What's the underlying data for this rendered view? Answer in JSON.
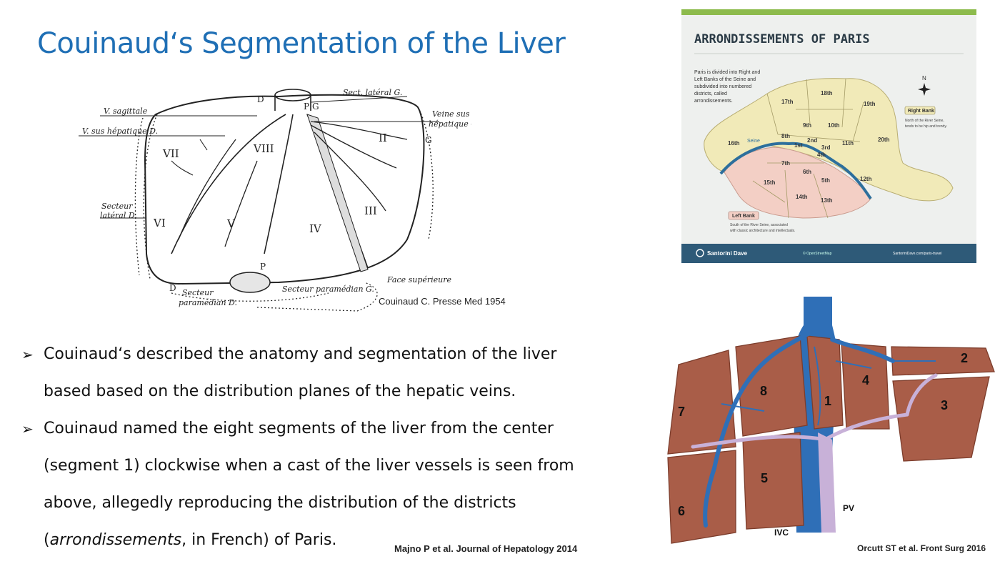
{
  "slide": {
    "title": "Couinaud‘s Segmentation of the Liver",
    "citations": {
      "couinaud": "Couinaud C. Presse Med 1954",
      "majno": "Majno P et al. Journal of Hepatology 2014",
      "orcutt": "Orcutt ST et al. Front Surg 2016"
    }
  },
  "bullets": [
    {
      "lines": [
        "Couinaud‘s described the anatomy and segmentation of the liver",
        "based based on the distribution planes of the hepatic veins."
      ]
    },
    {
      "lines": [
        "Couinaud named the eight segments of the liver from the center",
        "(segment 1) clockwise when a cast of the liver vessels is seen from",
        "above, allegedly reproducing the distribution of the districts"
      ],
      "last_italic": "arrondissements",
      "last_suffix": ", in French) of Paris."
    }
  ],
  "couinaud_diagram": {
    "labels": {
      "d_top": "D",
      "p": "P",
      "g_top": "G",
      "v_sagittale": "V. sagittale",
      "v_sus_hepatique_d": "V. sus  hépatique D.",
      "sect_lateral_g": "Sect. latéral G.",
      "veine_sus": "Veine sus",
      "hepatique_g": "hépatique G.",
      "g_right": "G",
      "vii": "VII",
      "viii": "VIII",
      "ii": "II",
      "secteur": "Secteur",
      "lateral_d": "latéral  D.",
      "vi": "VI",
      "v": "V",
      "iv": "IV",
      "iii": "III",
      "p_bottom": "P",
      "d_bottom": "D",
      "secteur_bottom": "Secteur",
      "paramedian_d": "paramédian  D.",
      "secteur_paramedian_g": "Secteur paramédian G.",
      "face_superieure": "Face supérieure"
    }
  },
  "paris_map": {
    "title": "ARRONDISSEMENTS OF PARIS",
    "intro": [
      "Paris is divided into Right and",
      "Left Banks of the Seine and",
      "subdivided into numbered",
      "districts, called",
      "arrondissements."
    ],
    "compass": "N",
    "seine": "Seine",
    "right_bank": {
      "label": "Right Bank",
      "desc": [
        "North of the River Seine,",
        "tends to be hip and trendy."
      ]
    },
    "left_bank": {
      "label": "Left Bank",
      "desc": [
        "South of the River Seine, associated",
        "with classic architecture and intellectuals."
      ]
    },
    "districts": {
      "d1": "1st",
      "d2": "2nd",
      "d3": "3rd",
      "d4": "4th",
      "d5": "5th",
      "d6": "6th",
      "d7": "7th",
      "d8": "8th",
      "d9": "9th",
      "d10": "10th",
      "d11": "11th",
      "d12": "12th",
      "d13": "13th",
      "d14": "14th",
      "d15": "15th",
      "d16": "16th",
      "d17": "17th",
      "d18": "18th",
      "d19": "19th",
      "d20": "20th"
    },
    "footer": {
      "brand": "Santorini Dave",
      "credit": "© OpenStreetMap",
      "url": "SantoriniDave.com/paris-travel"
    },
    "colors": {
      "accent": "#8dbb4c",
      "footer": "#2e5a78",
      "right_bank": "#f1eab8",
      "left_bank": "#f3cfc5",
      "seine": "#2d6f9c"
    }
  },
  "liver_illustration": {
    "segments": {
      "s1": "1",
      "s2": "2",
      "s3": "3",
      "s4": "4",
      "s5": "5",
      "s6": "6",
      "s7": "7",
      "s8": "8"
    },
    "pv": "PV",
    "ivc": "IVC",
    "colors": {
      "liver": "#a95d48",
      "vein": "#2f6fb7",
      "portal": "#c8b1d8"
    }
  }
}
